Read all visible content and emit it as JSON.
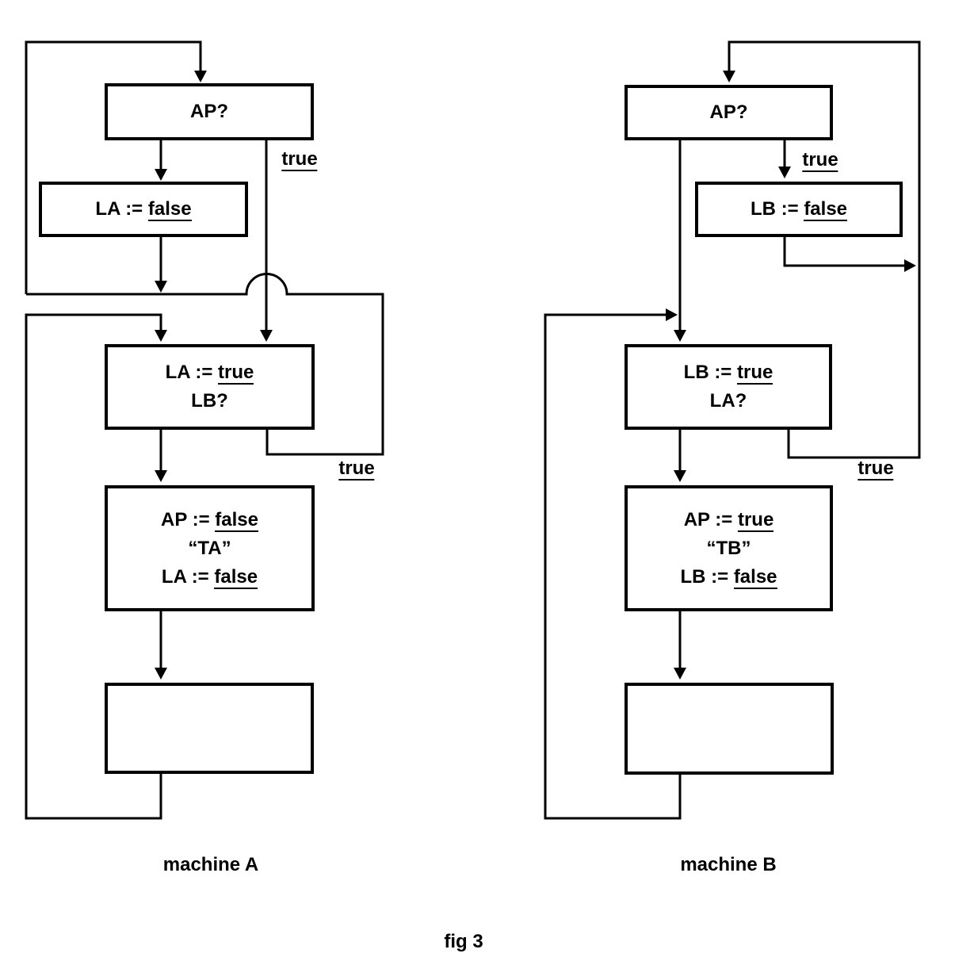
{
  "caption": "fig 3",
  "machine_a": {
    "label": "machine A",
    "boxes": {
      "test_ap": {
        "lines": [
          {
            "pre": "AP?"
          }
        ]
      },
      "la_false": {
        "lines": [
          {
            "pre": "LA := ",
            "u": "false"
          }
        ]
      },
      "la_true_lb": {
        "lines": [
          {
            "pre": "LA := ",
            "u": "true"
          },
          {
            "pre": "LB?"
          }
        ]
      },
      "critical": {
        "lines": [
          {
            "pre": "AP := ",
            "u": "false"
          },
          {
            "pre": "“TA”"
          },
          {
            "pre": "LA := ",
            "u": "false"
          }
        ]
      },
      "remainder": {
        "lines": []
      }
    },
    "edge_labels": {
      "ap_true": "true",
      "lb_true": "true"
    }
  },
  "machine_b": {
    "label": "machine B",
    "boxes": {
      "test_ap": {
        "lines": [
          {
            "pre": "AP?"
          }
        ]
      },
      "lb_false": {
        "lines": [
          {
            "pre": "LB := ",
            "u": "false"
          }
        ]
      },
      "lb_true_la": {
        "lines": [
          {
            "pre": "LB := ",
            "u": "true"
          },
          {
            "pre": "LA?"
          }
        ]
      },
      "critical": {
        "lines": [
          {
            "pre": "AP := ",
            "u": "true"
          },
          {
            "pre": "“TB”"
          },
          {
            "pre": "LB := ",
            "u": "false"
          }
        ]
      },
      "remainder": {
        "lines": []
      }
    },
    "edge_labels": {
      "ap_true": "true",
      "la_true": "true"
    }
  }
}
